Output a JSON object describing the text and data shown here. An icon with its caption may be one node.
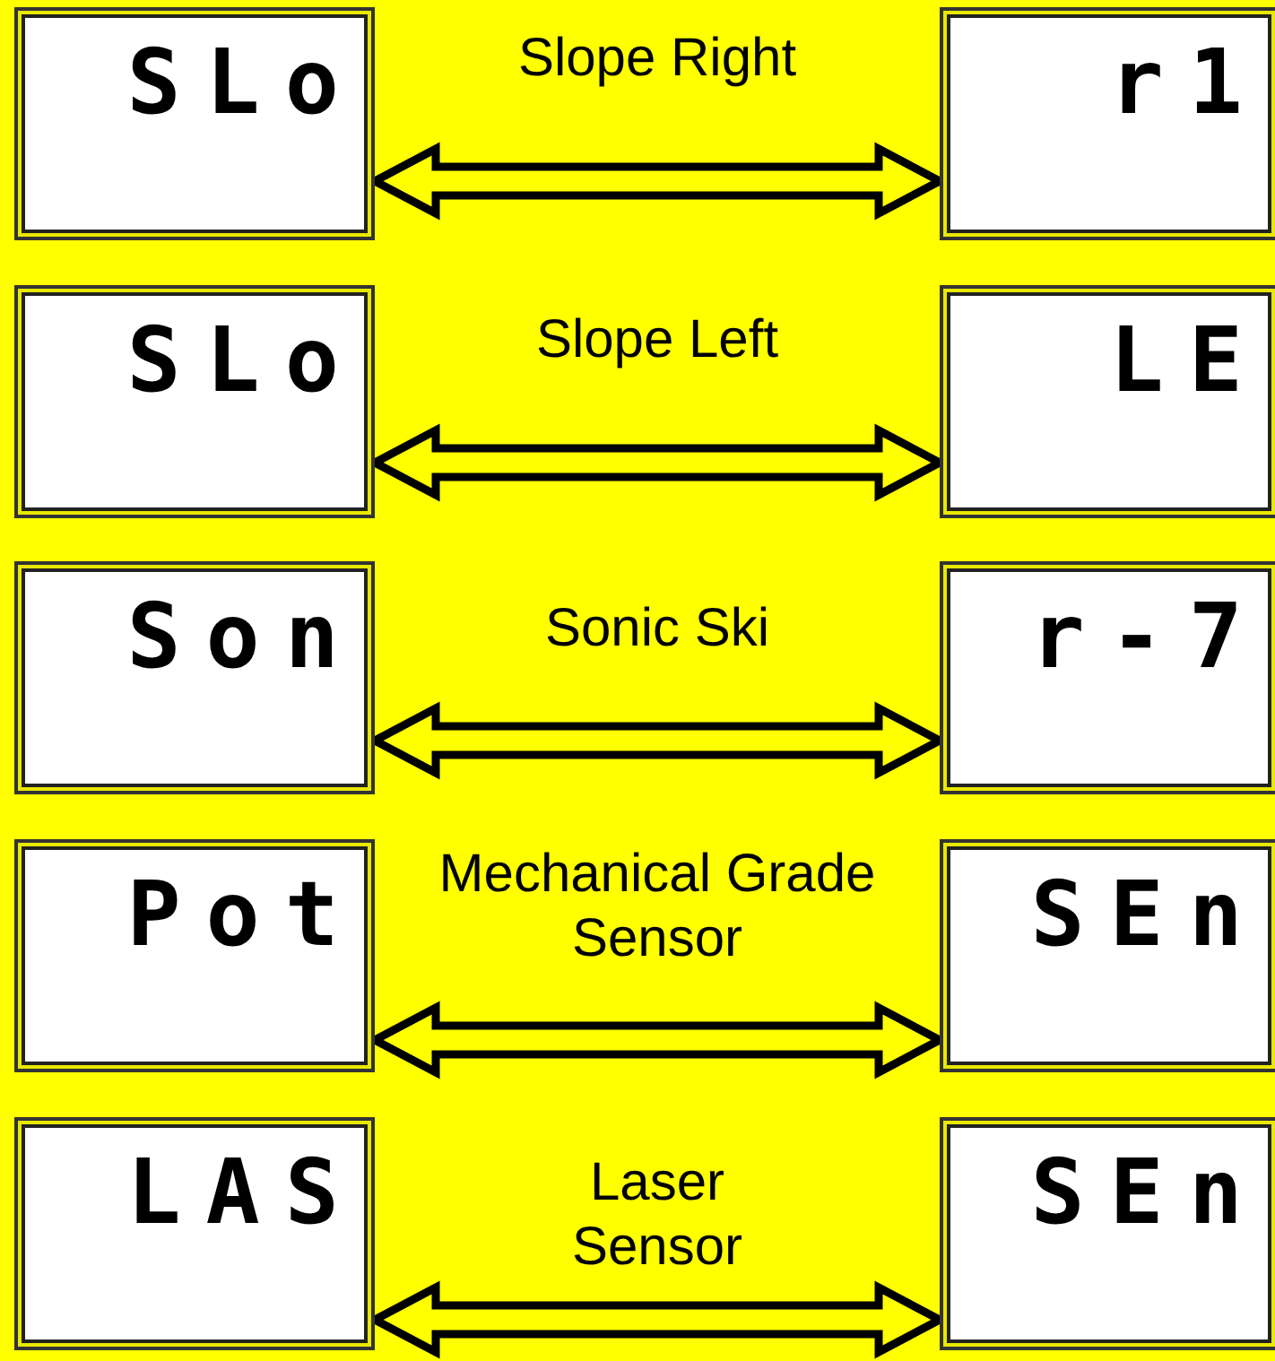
{
  "diagram": {
    "nodes": [
      {
        "text": [
          "SLo"
        ]
      },
      {
        "text": [
          "r1"
        ]
      },
      {
        "text": [
          "SLo"
        ]
      },
      {
        "text": [
          "LE"
        ]
      },
      {
        "text": [
          "Son"
        ]
      },
      {
        "text": [
          "r-7"
        ]
      },
      {
        "text": [
          "Pot"
        ]
      },
      {
        "text": [
          "SEn"
        ]
      },
      {
        "text": [
          "LAS"
        ]
      },
      {
        "text": [
          "SEn"
        ]
      }
    ],
    "edges": [
      {
        "from": 0,
        "to": 1,
        "arrow": "both",
        "label": "Slope Right"
      },
      {
        "from": 2,
        "to": 3,
        "arrow": "both",
        "label": "Slope Left"
      },
      {
        "from": 4,
        "to": 5,
        "arrow": "both",
        "label": "Sonic Ski"
      },
      {
        "from": 6,
        "to": 7,
        "arrow": "both",
        "label": "Mechanical Grade Sensor"
      },
      {
        "from": 8,
        "to": 9,
        "arrow": "both",
        "label": "Laser Sensor"
      }
    ]
  }
}
